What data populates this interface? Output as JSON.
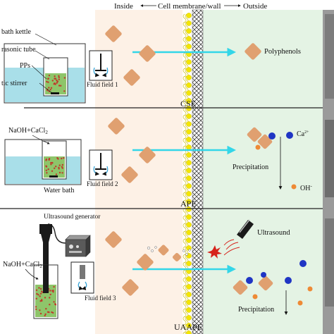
{
  "header": {
    "inside": "Inside",
    "membrane": "Cell membrane/wall",
    "outside": "Outside"
  },
  "panel1": {
    "kettle": "bath kettle",
    "tube": "rasonic tube",
    "pps": "PPs",
    "stirrer": "tic stirrer",
    "fluid": "Fluid field 1",
    "product": "Polyphenols",
    "method": "CSE"
  },
  "panel2": {
    "reagent_main": "NaOH+CaCl",
    "reagent_sub": "2",
    "bath": "Water bath",
    "fluid": "Fluid field 2",
    "precip": "Precipitation",
    "ion_ca": "Ca",
    "ion_ca_sup": "2+",
    "ion_oh": "OH",
    "ion_oh_sup": "-",
    "method": "APE"
  },
  "panel3": {
    "generator": "Ultrasound generator",
    "reagent_main": "NaOH+CaCl",
    "reagent_sub": "2",
    "fluid": "Fluid field 3",
    "ultrasound": "Ultrasound",
    "precip": "Precipitation",
    "method": "UAAPE"
  },
  "colors": {
    "inside_bg": "#fdf1e6",
    "outside_bg": "#e4f3e4",
    "polyphenol": "#e0a070",
    "arrow": "#33d6e8",
    "ca_ion": "#1f35c4",
    "oh_ion": "#ee8a35",
    "membrane_dot": "#f4e600",
    "water": "#a9dfe9",
    "beaker_fill": "#8ec56a",
    "pp_particle": "#c0392b"
  }
}
